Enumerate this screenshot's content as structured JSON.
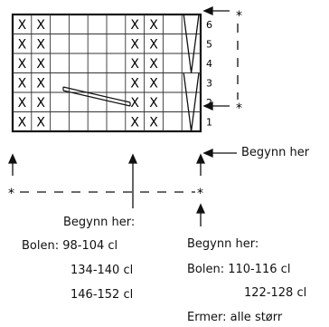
{
  "chart": {
    "columns": 10,
    "rows": 6,
    "x_symbol": "X",
    "x_columns": [
      0,
      1,
      6,
      7
    ],
    "row_numbers": [
      "1",
      "2",
      "3",
      "4",
      "5",
      "6"
    ]
  },
  "markers": {
    "star": "*"
  },
  "start_right": "Begynn her",
  "start_middle": {
    "heading": "Begynn her:",
    "lines": [
      "Bolen: 98-104 cl",
      "134-140 cl",
      "146-152 cl"
    ]
  },
  "start_left_bottom": {
    "heading": "Begynn her:",
    "lines": [
      "Bolen: 110-116 cl",
      "122-128 cl",
      "Ermer: alle størr"
    ]
  }
}
